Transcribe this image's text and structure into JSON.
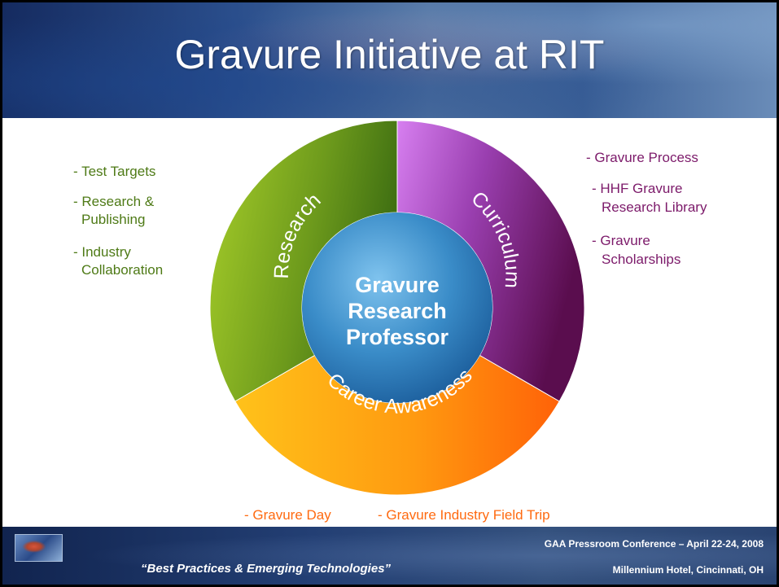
{
  "slide": {
    "title": "Gravure Initiative at RIT"
  },
  "diagram": {
    "center": {
      "lines": [
        "Gravure",
        "Research",
        "Professor"
      ]
    },
    "segments": [
      {
        "label": "Research",
        "color": "#6d9a1c"
      },
      {
        "label": "Curriculum",
        "color": "#9a3fb0"
      },
      {
        "label": "Career Awareness",
        "color": "#ff9a10"
      }
    ]
  },
  "notes": {
    "research": [
      "- Test Targets",
      "- Research &",
      "Publishing",
      "- Industry",
      "Collaboration"
    ],
    "curriculum": [
      "- Gravure Process",
      "- HHF Gravure",
      "Research Library",
      "- Gravure",
      "Scholarships"
    ],
    "career": [
      "- Gravure Day",
      "- Gravure Industry Field Trip"
    ]
  },
  "footer": {
    "tagline": "“Best Practices & Emerging Technologies”",
    "conference": "GAA Pressroom Conference – April 22-24, 2008",
    "venue": "Millennium Hotel, Cincinnati, OH"
  },
  "colors": {
    "research_text": "#4e7a16",
    "curriculum_text": "#7c1a6a",
    "career_text": "#ff6a10"
  }
}
